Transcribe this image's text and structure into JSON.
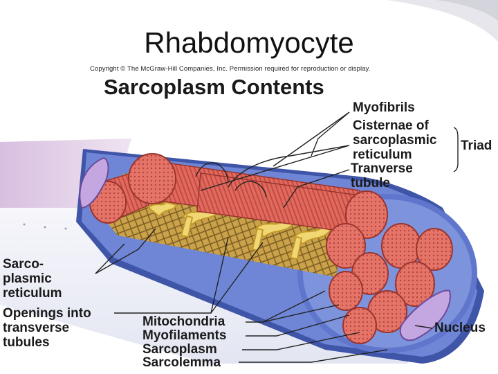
{
  "slide": {
    "title": "Rhabdomyocyte",
    "copyright": "Copyright © The McGraw-Hill Companies, Inc. Permission required for reproduction or display.",
    "heading": "Sarcoplasm Contents"
  },
  "labels": {
    "myofibrils": "Myofibrils",
    "cisternae_1": "Cisternae of",
    "cisternae_2": "sarcoplasmic",
    "cisternae_3": "reticulum",
    "triad": "Triad",
    "transverse_1": "Tranverse",
    "transverse_2": "tubule",
    "sr_1": "Sarco-",
    "sr_2": "plasmic",
    "sr_3": "reticulum",
    "openings_1": "Openings into",
    "openings_2": "transverse",
    "openings_3": "tubules",
    "mitochondria": "Mitochondria",
    "myofilaments": "Myofilaments",
    "sarcoplasm": "Sarcoplasm",
    "sarcolemma": "Sarcolemma",
    "nucleus": "Nucleus"
  },
  "colors": {
    "myofibril": "#e06a5e",
    "myofibril_dark": "#b8433c",
    "reticulum": "#e8c45a",
    "membrane": "#7a8fd8",
    "nucleus": "#b99ad8",
    "background_fiber": "#e8d4ea"
  }
}
